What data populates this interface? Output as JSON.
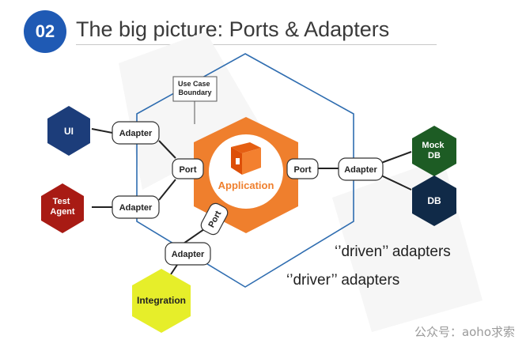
{
  "header": {
    "number": "02",
    "title": "The big picture: Ports & Adapters"
  },
  "diagram": {
    "use_case_boundary_label": "Use Case\nBoundary",
    "application_label": "Application",
    "nodes": [
      {
        "id": "ui",
        "label": "UI",
        "color": "#1c3d7a"
      },
      {
        "id": "test-agent",
        "label": "Test\nAgent",
        "color": "#a81b14"
      },
      {
        "id": "integration",
        "label": "Integration",
        "color": "#e6ee2a"
      },
      {
        "id": "mock-db",
        "label": "Mock\nDB",
        "color": "#1d5c24"
      },
      {
        "id": "db",
        "label": "DB",
        "color": "#102a48"
      }
    ],
    "adapter_label": "Adapter",
    "port_label": "Port",
    "driven_label": "‘’driven’’ adapters",
    "driver_label": "‘’driver’’ adapters"
  },
  "watermark": "公众号：aoho求索",
  "colors": {
    "badge": "#1f5ab4",
    "hex_outline": "#2f6db0",
    "application_hex": "#ef7f2d",
    "adapter_border": "#333333"
  }
}
